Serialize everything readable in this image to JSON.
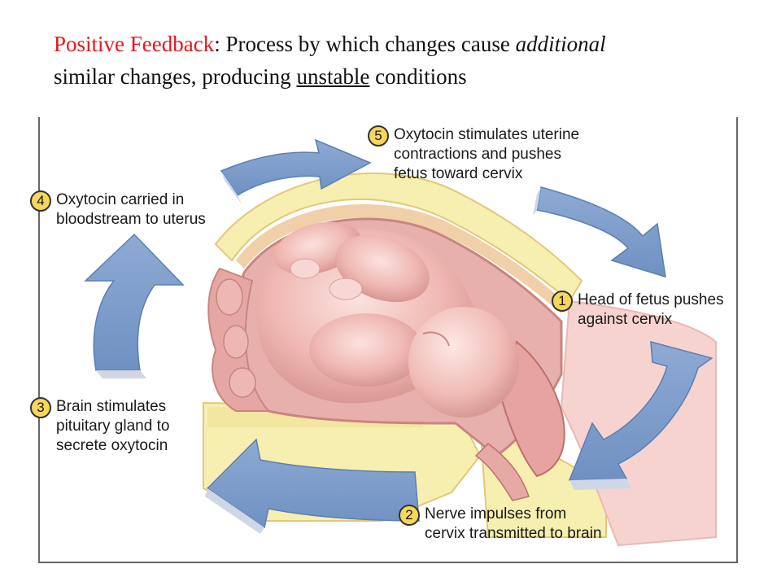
{
  "heading": {
    "term": "Positive Feedback",
    "separator": ":",
    "line1_text": " Process by which changes cause ",
    "line1_emphasis": "additional",
    "line2_text": "similar changes, producing ",
    "line2_underlined": "unstable",
    "line2_end": " conditions"
  },
  "steps": [
    {
      "number": "1",
      "label": "Head of fetus pushes\nagainst cervix"
    },
    {
      "number": "2",
      "label": "Nerve impulses from\ncervix transmitted to brain"
    },
    {
      "number": "3",
      "label": "Brain stimulates\npituitary gland to\nsecrete oxytocin"
    },
    {
      "number": "4",
      "label": "Oxytocin carried in\nbloodstream to uterus"
    },
    {
      "number": "5",
      "label": "Oxytocin stimulates uterine\ncontractions and pushes\nfetus toward cervix"
    }
  ],
  "colors": {
    "term": "#e8161d",
    "arrow": "#7a9ccb",
    "badge": "#f6d65c",
    "skin": "#f3c3bf",
    "uterus": "#e8b0ad",
    "cream": "#f7efb0"
  },
  "icons": [
    "arrow-icon"
  ]
}
